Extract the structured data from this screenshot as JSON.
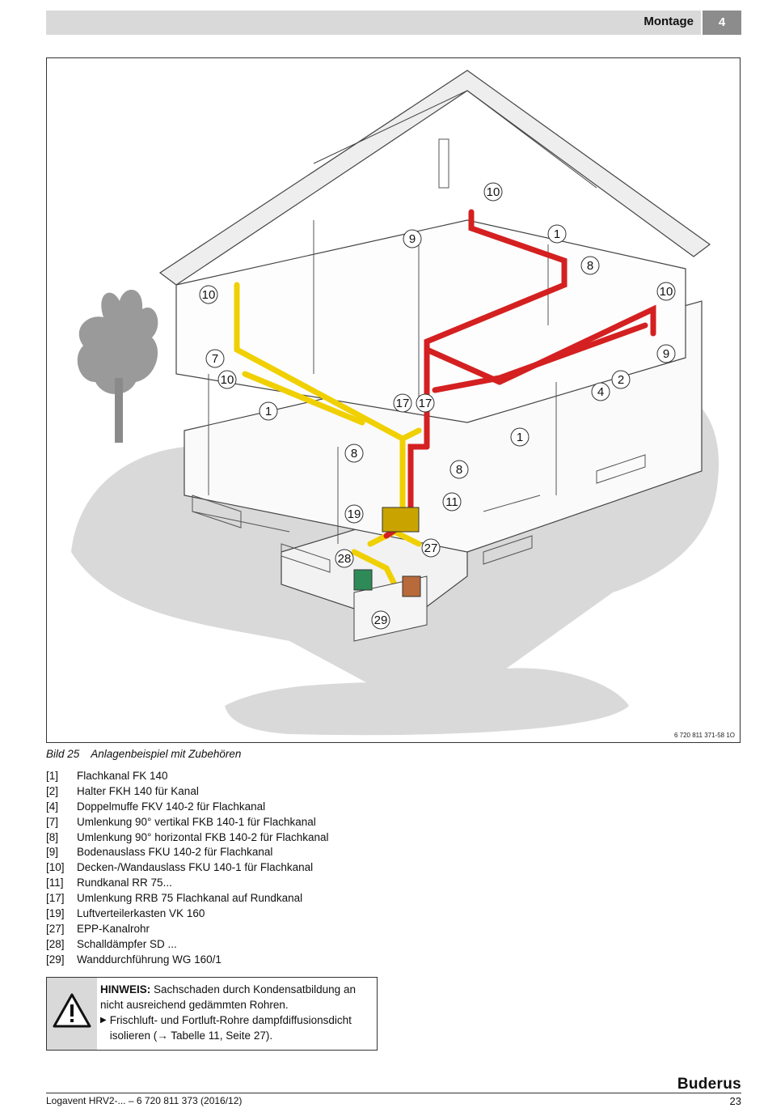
{
  "header": {
    "section_title": "Montage",
    "chapter_number": "4"
  },
  "figure": {
    "code": "6 720 811 371-58 1O",
    "callouts": [
      "10",
      "9",
      "1",
      "8",
      "10",
      "9",
      "2",
      "4",
      "1",
      "8",
      "17",
      "17",
      "11",
      "27",
      "19",
      "28",
      "29",
      "10",
      "7",
      "10",
      "1",
      "8"
    ]
  },
  "caption": {
    "number": "Bild 25",
    "text": "Anlagenbeispiel mit Zubehören"
  },
  "legend": [
    {
      "num": "[1]",
      "text": "Flachkanal FK 140"
    },
    {
      "num": "[2]",
      "text": "Halter FKH 140 für Kanal"
    },
    {
      "num": "[4]",
      "text": "Doppelmuffe FKV 140-2 für Flachkanal"
    },
    {
      "num": "[7]",
      "text": "Umlenkung 90° vertikal FKB 140-1 für Flachkanal"
    },
    {
      "num": "[8]",
      "text": "Umlenkung 90° horizontal FKB 140-2 für Flachkanal"
    },
    {
      "num": "[9]",
      "text": "Bodenauslass FKU 140-2 für Flachkanal"
    },
    {
      "num": "[10]",
      "text": "Decken-/Wandauslass FKU 140-1 für Flachkanal"
    },
    {
      "num": "[11]",
      "text": "Rundkanal RR 75..."
    },
    {
      "num": "[17]",
      "text": "Umlenkung RRB 75 Flachkanal auf Rundkanal"
    },
    {
      "num": "[19]",
      "text": "Luftverteilerkasten VK 160"
    },
    {
      "num": "[27]",
      "text": "EPP-Kanalrohr"
    },
    {
      "num": "[28]",
      "text": "Schalldämpfer SD ..."
    },
    {
      "num": "[29]",
      "text": "Wanddurchführung WG 160/1"
    }
  ],
  "notice": {
    "label": "HINWEIS:",
    "text": "Sachschaden durch Kondensatbildung an nicht ausreichend gedämmten Rohren.",
    "action": "Frischluft- und Fortluft-Rohre dampfdiffusionsdicht isolieren (→ Tabelle 11, Seite 27)."
  },
  "footer": {
    "doc": "Logavent HRV2-... – 6 720 811 373 (2016/12)",
    "page": "23",
    "brand": "Buderus"
  },
  "colors": {
    "supply_duct": "#f0d000",
    "extract_duct": "#d42020",
    "outdoor_air": "#2e8b57",
    "exhaust_air": "#b86a3a",
    "ground": "#d9d9d9"
  }
}
